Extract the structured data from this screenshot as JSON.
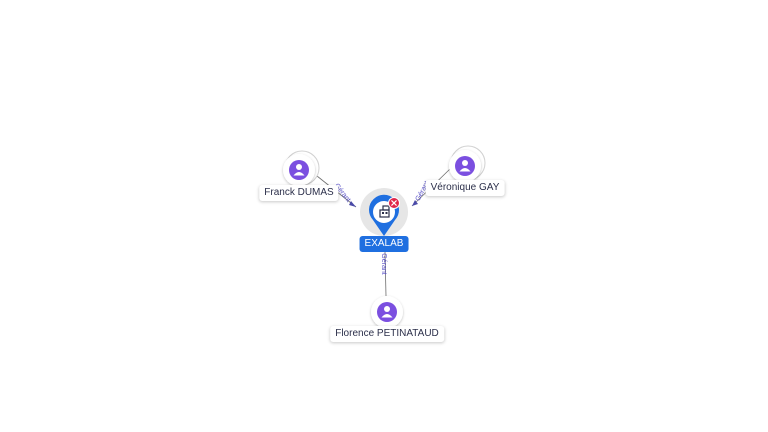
{
  "colors": {
    "person_accent": "#7b4fe0",
    "company_accent": "#1f6fe0",
    "alert": "#e0264a",
    "edge": "#6e6e6e",
    "edge_label": "#5a52c8"
  },
  "company": {
    "name": "EXALAB",
    "icon": "building-icon",
    "badge_icon": "close-icon"
  },
  "people": [
    {
      "name": "Franck DUMAS",
      "icon": "person-icon"
    },
    {
      "name": "Véronique GAY",
      "icon": "person-icon"
    },
    {
      "name": "Florence PETINATAUD",
      "icon": "person-icon"
    }
  ],
  "edges": [
    {
      "label": "Gérant"
    },
    {
      "label": "Gérant"
    },
    {
      "label": "Gérant"
    }
  ]
}
